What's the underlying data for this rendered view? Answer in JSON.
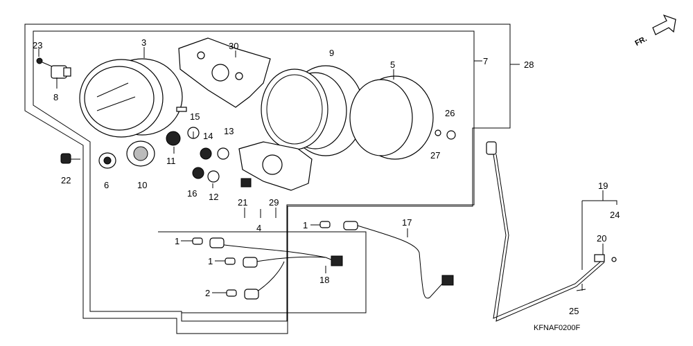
{
  "labels": {
    "p1a": "1",
    "p1b": "1",
    "p1c": "1",
    "p2": "2",
    "p3": "3",
    "p4": "4",
    "p5": "5",
    "p6": "6",
    "p7": "7",
    "p8": "8",
    "p9": "9",
    "p10": "10",
    "p11": "11",
    "p12": "12",
    "p13": "13",
    "p14": "14",
    "p15": "15",
    "p16": "16",
    "p17": "17",
    "p18": "18",
    "p19": "19",
    "p20": "20",
    "p21": "21",
    "p22": "22",
    "p23": "23",
    "p24": "24",
    "p25": "25",
    "p26": "26",
    "p27": "27",
    "p28": "28",
    "p29": "29",
    "p30": "30"
  },
  "direction": "FR.",
  "diagram_code": "KFNAF0200F"
}
